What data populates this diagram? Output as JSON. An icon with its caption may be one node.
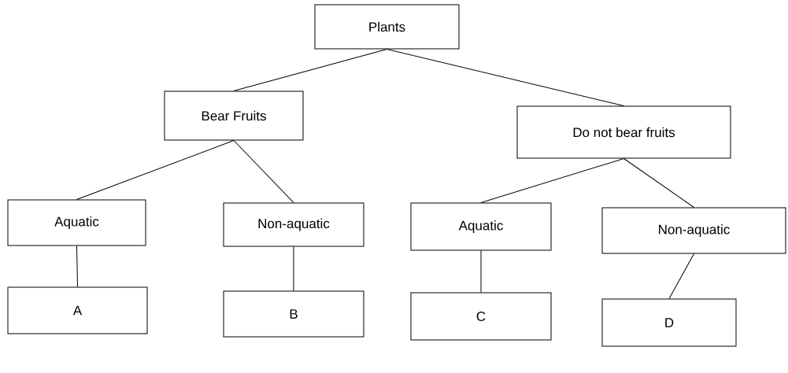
{
  "diagram": {
    "nodes": [
      {
        "text": [
          "Plants"
        ]
      },
      {
        "text": [
          "Bear Fruits"
        ]
      },
      {
        "text": [
          "Do not bear fruits"
        ]
      },
      {
        "text": [
          "Aquatic"
        ]
      },
      {
        "text": [
          "Non-aquatic"
        ]
      },
      {
        "text": [
          "Aquatic"
        ]
      },
      {
        "text": [
          "Non-aquatic"
        ]
      },
      {
        "text": [
          "A"
        ]
      },
      {
        "text": [
          "B"
        ]
      },
      {
        "text": [
          "C"
        ]
      },
      {
        "text": [
          "D"
        ]
      }
    ],
    "edges": [
      {
        "from": 0,
        "to": 1,
        "arrow": "none"
      },
      {
        "from": 0,
        "to": 2,
        "arrow": "none"
      },
      {
        "from": 1,
        "to": 3,
        "arrow": "none"
      },
      {
        "from": 1,
        "to": 4,
        "arrow": "none"
      },
      {
        "from": 2,
        "to": 5,
        "arrow": "none"
      },
      {
        "from": 2,
        "to": 6,
        "arrow": "none"
      },
      {
        "from": 3,
        "to": 7,
        "arrow": "none"
      },
      {
        "from": 4,
        "to": 8,
        "arrow": "none"
      },
      {
        "from": 5,
        "to": 9,
        "arrow": "none"
      },
      {
        "from": 6,
        "to": 10,
        "arrow": "none"
      }
    ]
  }
}
